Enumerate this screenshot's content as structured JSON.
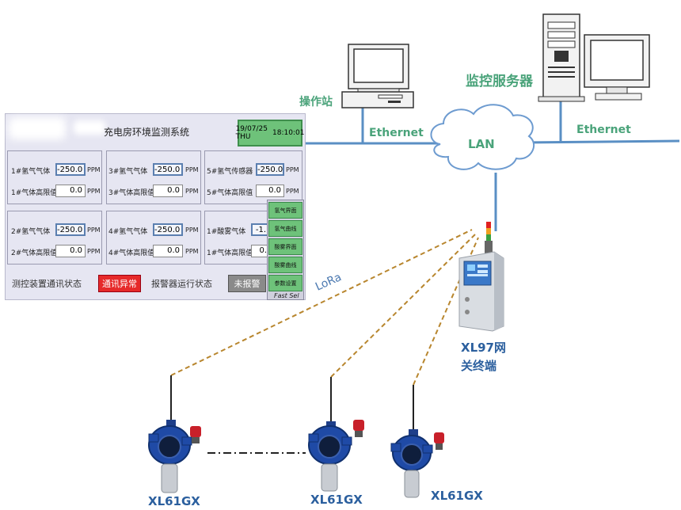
{
  "hmi": {
    "title": "充电房环境监测系统",
    "clock_date": "19/07/25 THU",
    "clock_time": "18:10:01",
    "groups": [
      {
        "row1_label": "1#氢气气体",
        "row1_value": "-250.0",
        "row2_label": "1#气体高限值",
        "row2_value": "0.0"
      },
      {
        "row1_label": "3#氢气气体",
        "row1_value": "-250.0",
        "row2_label": "3#气体高限值",
        "row2_value": "0.0"
      },
      {
        "row1_label": "5#氢气传感器",
        "row1_value": "-250.0",
        "row2_label": "5#气体高限值",
        "row2_value": "0.0"
      },
      {
        "row1_label": "2#氢气气体",
        "row1_value": "-250.0",
        "row2_label": "2#气体高限值",
        "row2_value": "0.0"
      },
      {
        "row1_label": "4#氢气气体",
        "row1_value": "-250.0",
        "row2_label": "4#气体高限值",
        "row2_value": "0.0"
      },
      {
        "row1_label": "1#酸雾气体",
        "row1_value": "-1.",
        "row2_label": "1#气体高限值",
        "row2_value": "0."
      }
    ],
    "unit": "PPM",
    "side_buttons": [
      "氢气界面",
      "氢气曲线",
      "酸雾界面",
      "酸雾曲线",
      "参数设置"
    ],
    "fast_sel": "Fast Sel",
    "status1_label": "测控装置通讯状态",
    "status1_value": "通讯异常",
    "status2_label": "报警器运行状态",
    "status2_value": "未报警",
    "status1_color": "#e62a2a",
    "status2_color": "#8a8a8a"
  },
  "network": {
    "operator_label": "操作站",
    "server_label": "监控服务器",
    "ethernet_left": "Ethernet",
    "ethernet_right": "Ethernet",
    "lan_label": "LAN",
    "lora_label": "LoRa",
    "gateway_label_line1": "XL97网",
    "gateway_label_line2": "关终端",
    "line_color": "#5a8fc4",
    "lora_color": "#b8862e"
  },
  "devices": [
    {
      "label": "XL61GX"
    },
    {
      "label": "XL61GX"
    },
    {
      "label": "XL61GX"
    }
  ]
}
